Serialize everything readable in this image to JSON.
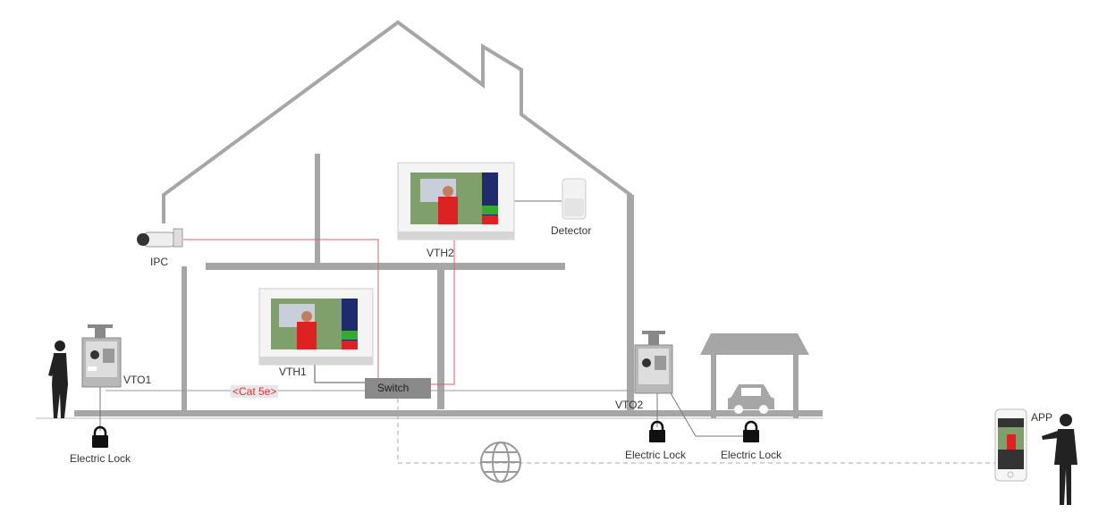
{
  "labels": {
    "ipc": "IPC",
    "vth2": "VTH2",
    "detector": "Detector",
    "vth1": "VTH1",
    "vto1": "VTO1",
    "cable": "<Cat 5e>",
    "switch": "Switch",
    "vto2": "VTO2",
    "lock1": "Electric Lock",
    "lock2": "Electric Lock",
    "lock3": "Electric Lock",
    "app": "APP"
  },
  "colors": {
    "wall": "#a6a6a6",
    "signal": "#e06060",
    "wire": "#888888",
    "screen_accent": "#1e2c6e"
  }
}
